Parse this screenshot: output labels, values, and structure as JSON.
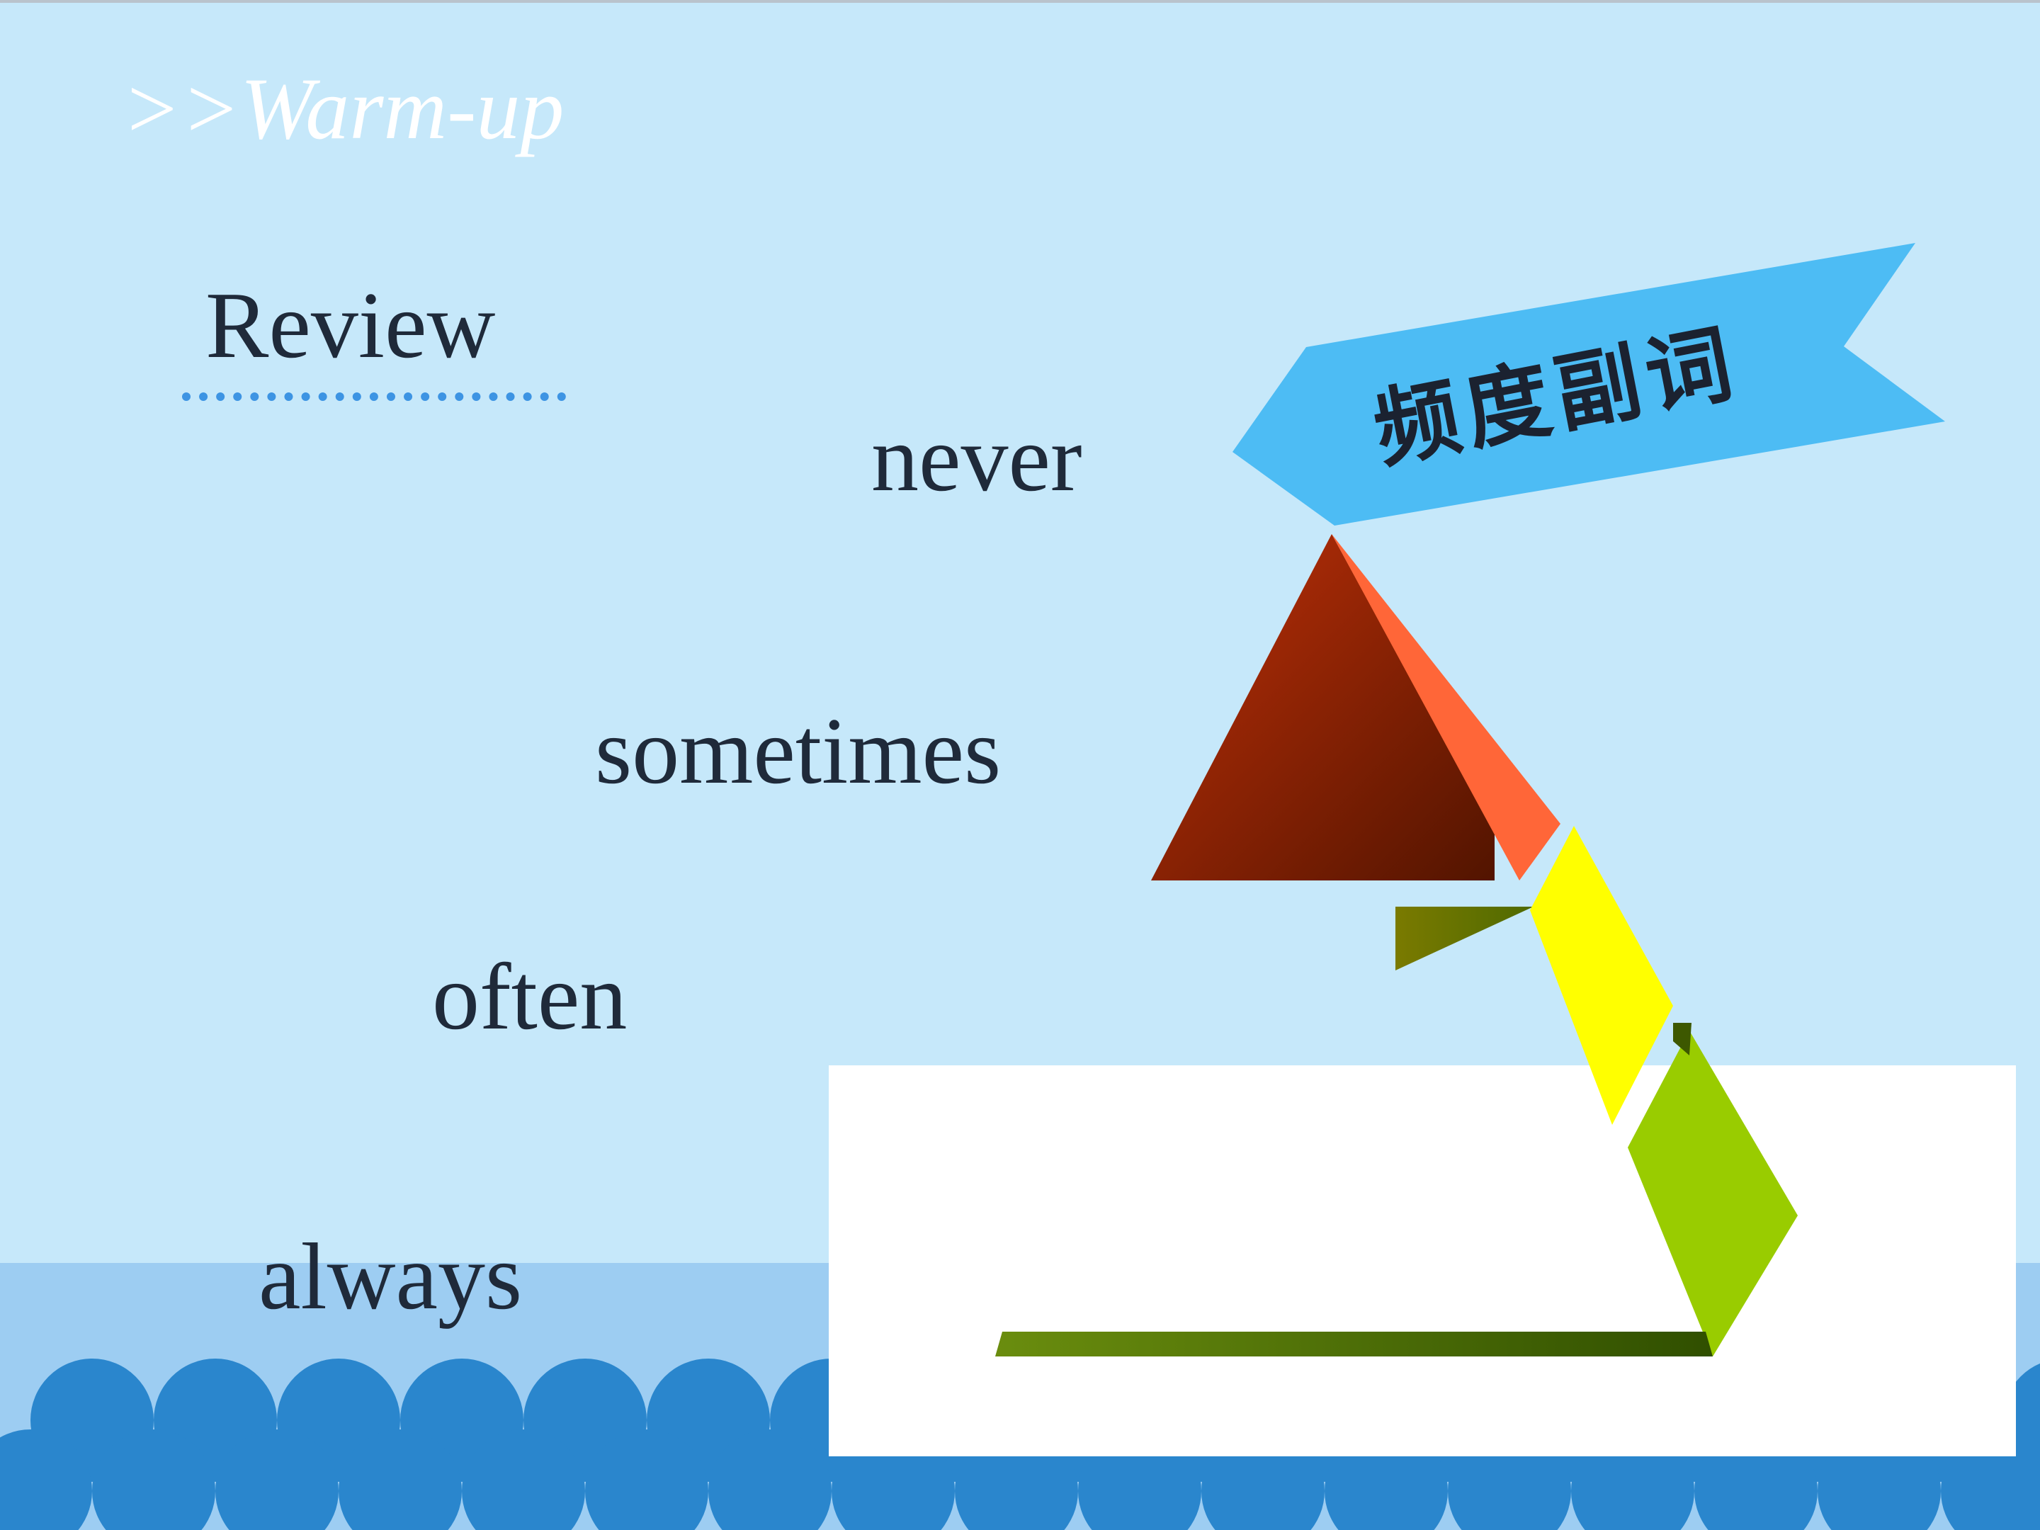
{
  "slide": {
    "section_title": ">>Warm-up",
    "heading": "Review",
    "banner_label": "频度副词",
    "words": [
      "never",
      "sometimes",
      "often",
      "always"
    ]
  },
  "colors": {
    "sky": "#c6e8fa",
    "water": "#9dcdf2",
    "waves": "#2a86cd",
    "banner": "#4dbcf4",
    "heading_text": "#1f2a3a",
    "underline": "#3d94e3"
  },
  "icons": [
    "sailboat-illustration",
    "ribbon-banner",
    "wave-pattern"
  ]
}
